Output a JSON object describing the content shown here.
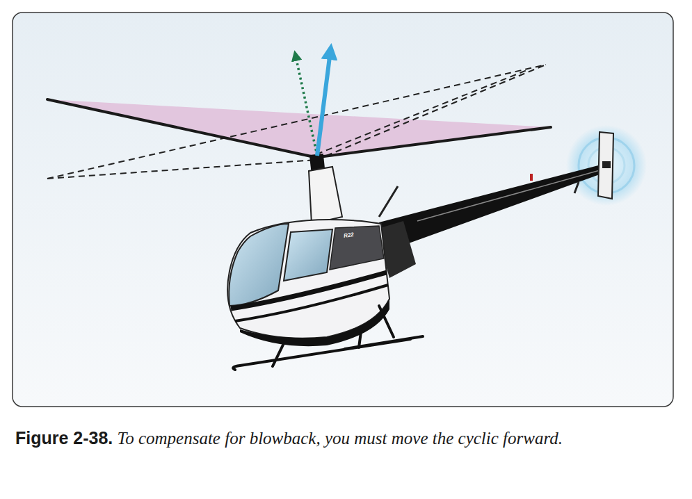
{
  "diagram": {
    "caption": "To compensate for blowback, you must move the cyclic forward.",
    "labels": [
      "Figure 2-38.",
      "R22"
    ]
  }
}
